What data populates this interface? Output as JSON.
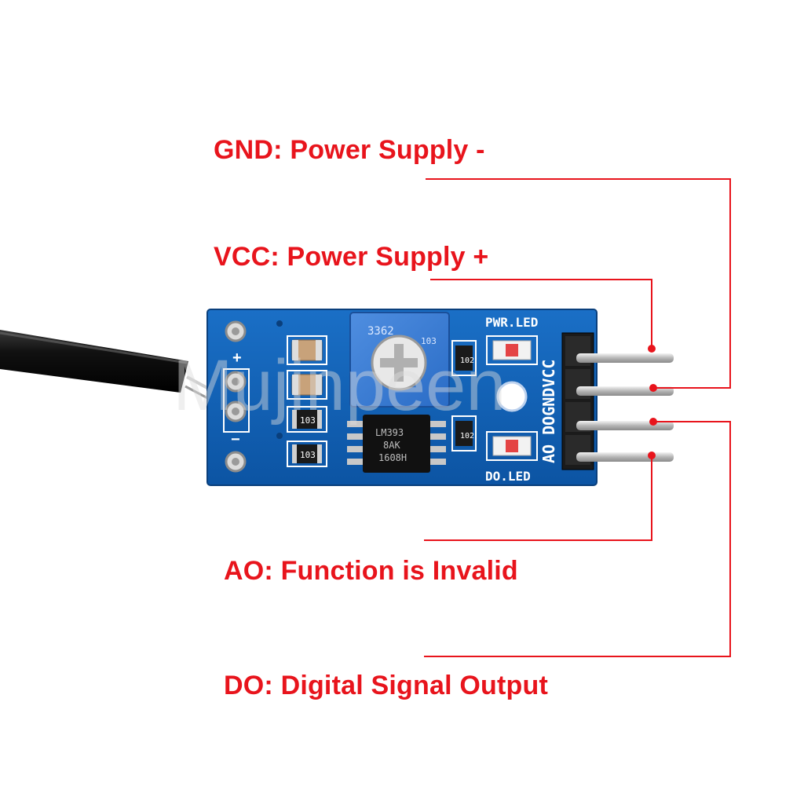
{
  "annotation_color": "#e8141c",
  "board_color": "#1262b5",
  "callouts": {
    "gnd": "GND: Power Supply -",
    "vcc": "VCC: Power Supply +",
    "ao": "AO: Function is Invalid",
    "do": "DO: Digital Signal Output"
  },
  "board": {
    "pin_header_label": "AO DOGNDVCC",
    "pwr_led_label": "PWR.LED",
    "do_led_label": "DO.LED",
    "plus_mark": "+",
    "minus_mark": "−",
    "trimmer_code": "3362",
    "trimmer_value": "103",
    "chip_lines": [
      "LM393",
      "8AK",
      "1608H"
    ],
    "resistor_labels": [
      "103",
      "103",
      "102",
      "102"
    ]
  },
  "watermark": "Mujinpeen"
}
